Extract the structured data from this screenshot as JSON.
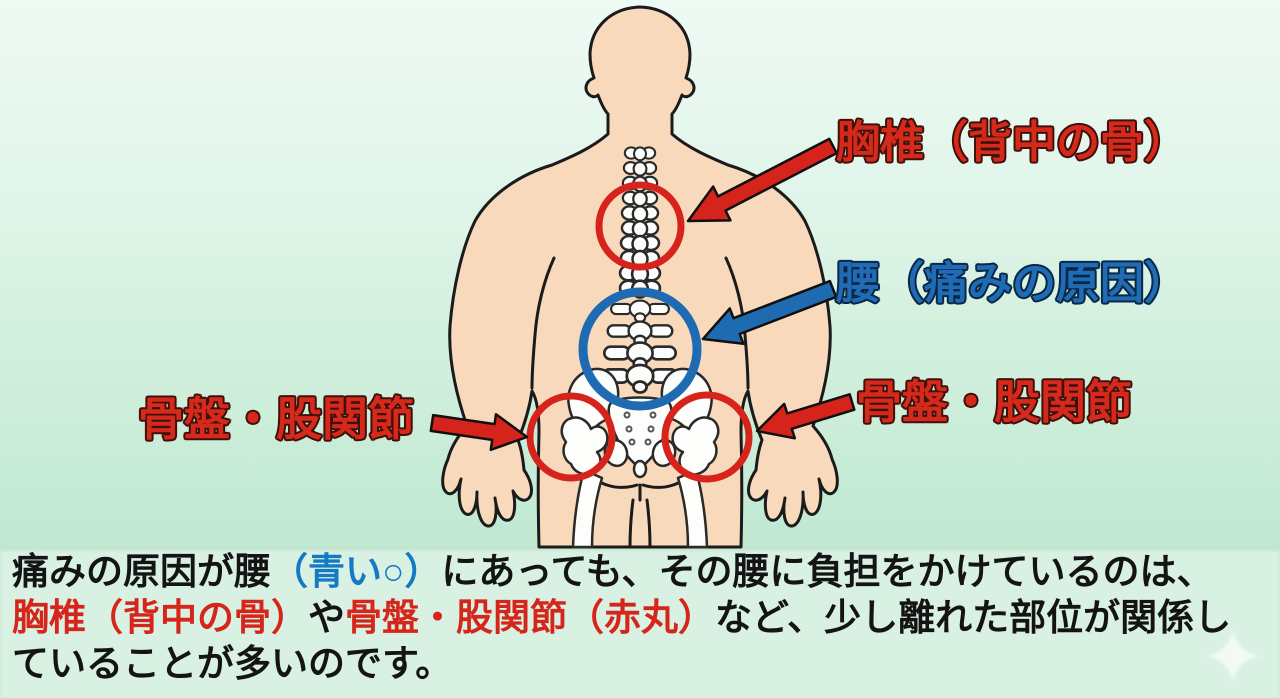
{
  "scene": {
    "type": "anatomy-education-diagram",
    "language": "ja",
    "figure_description": "rear view of human body showing spine, pelvis and hip joint bones",
    "colors": {
      "background_top": "#eefaf4",
      "background_bottom": "#b0e2c8",
      "caption_panel": "#d9f1e2",
      "skin": "#f8d9bc",
      "outline": "#1b1b1b",
      "bone": "#fdfdfc",
      "marker_red": "#d6241c",
      "marker_blue": "#1f6bb1",
      "label_red": "#d52a1b",
      "label_blue": "#1f6cb5",
      "caption_black": "#141414",
      "caption_blue": "#157ac4",
      "caption_red": "#d6251b"
    }
  },
  "labels": {
    "thoracic": {
      "text": "胸椎（背中の骨）",
      "color": "#d52a1b"
    },
    "lumbar": {
      "text": "腰（痛みの原因）",
      "color": "#1f6cb5"
    },
    "pelvis_right": {
      "text": "骨盤・股関節",
      "color": "#d52a1b"
    },
    "pelvis_left": {
      "text": "骨盤・股関節",
      "color": "#d52a1b"
    }
  },
  "markers": {
    "thoracic_circle": {
      "meaning": "胸椎",
      "color": "#d6241c",
      "shape": "circle"
    },
    "lumbar_circle": {
      "meaning": "腰（痛みの原因）",
      "color": "#1f6bb1",
      "shape": "circle"
    },
    "hip_left_circle": {
      "meaning": "骨盤・股関節",
      "color": "#d6241c",
      "shape": "circle"
    },
    "hip_right_circle": {
      "meaning": "骨盤・股関節",
      "color": "#d6241c",
      "shape": "circle"
    }
  },
  "caption": {
    "line1": [
      {
        "text": "痛みの原因が腰",
        "color": "#141414"
      },
      {
        "text": "（青い○）",
        "color": "#157ac4"
      },
      {
        "text": "にあっても、その腰に負担をかけているのは、",
        "color": "#141414"
      }
    ],
    "line2": [
      {
        "text": "胸椎（背中の骨）",
        "color": "#d6251b"
      },
      {
        "text": "や",
        "color": "#141414"
      },
      {
        "text": "骨盤・股関節（赤丸）",
        "color": "#d6251b"
      },
      {
        "text": "など、少し離れた部位が関係し",
        "color": "#141414"
      }
    ],
    "line3": [
      {
        "text": "ていることが多いのです。",
        "color": "#141414"
      }
    ]
  },
  "decorations": {
    "sparkle": {
      "icon": "sparkle-icon",
      "color": "#ffffff"
    }
  }
}
